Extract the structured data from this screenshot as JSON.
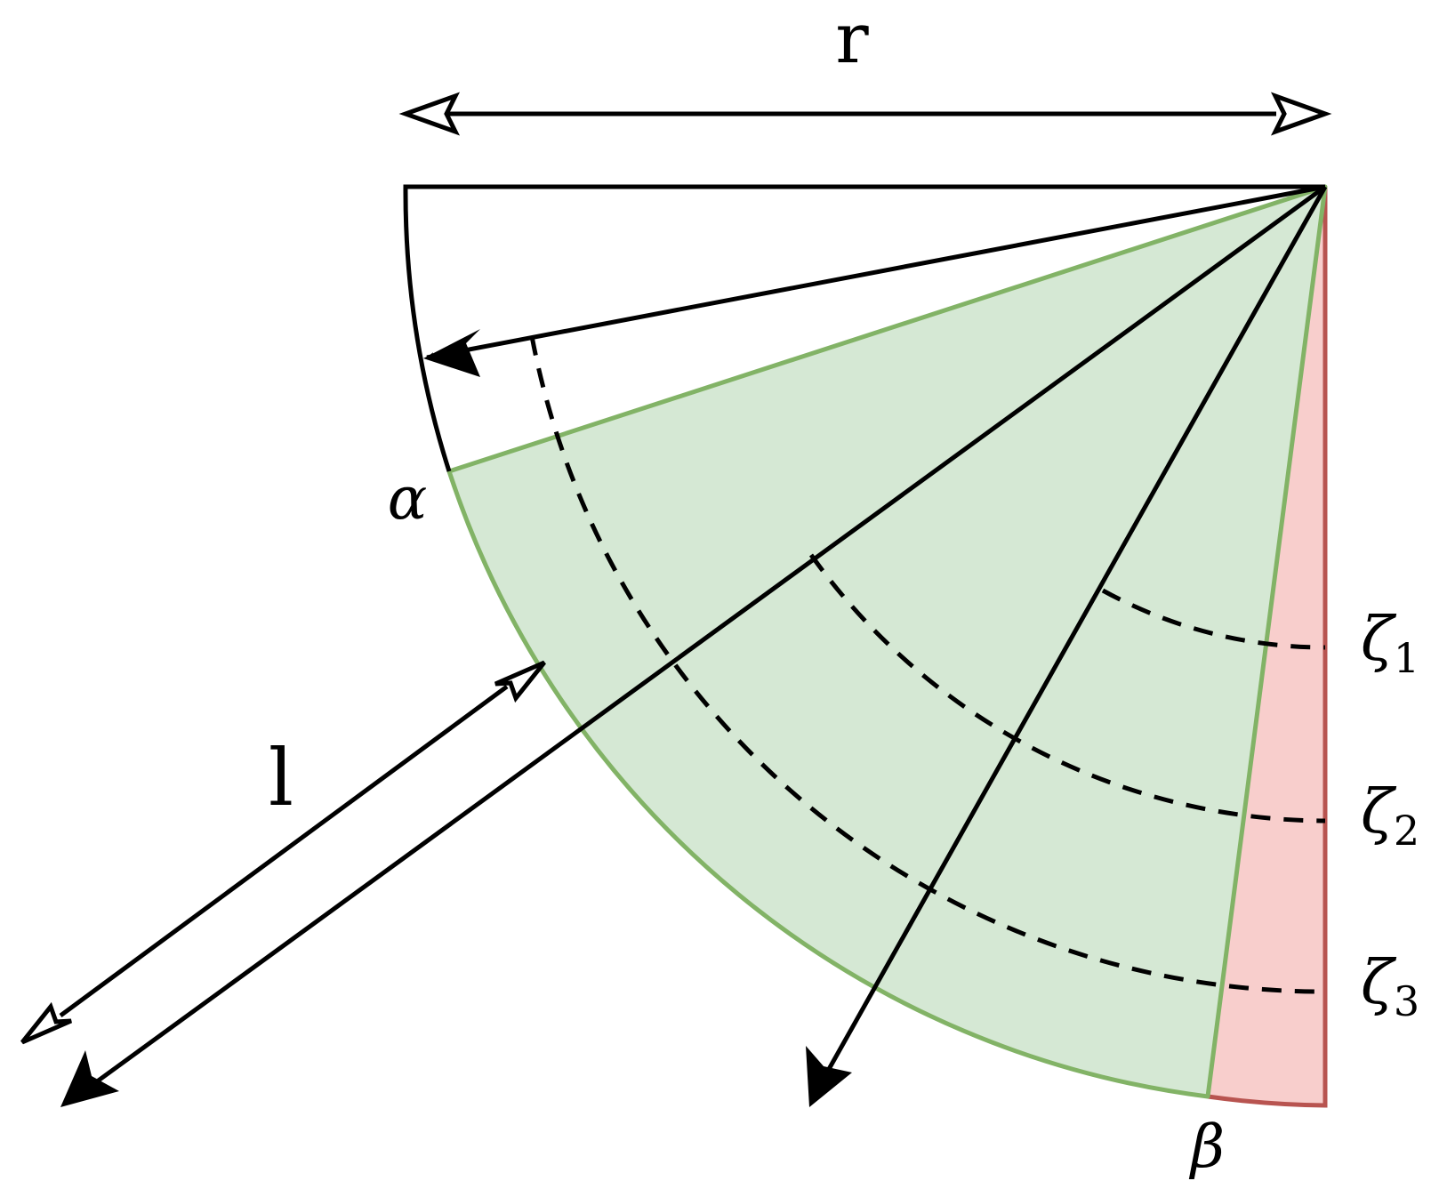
{
  "labels": {
    "r": "r",
    "l": "l",
    "alpha": "α",
    "beta": "β",
    "zeta1": "ζ",
    "zeta1_sub": "1",
    "zeta2": "ζ",
    "zeta2_sub": "2",
    "zeta3": "ζ",
    "zeta3_sub": "3"
  },
  "colors": {
    "green_fill": "#d5e8d4",
    "green_stroke": "#82b366",
    "red_fill": "#f8cecc",
    "red_stroke": "#b85450",
    "line": "#000000"
  }
}
